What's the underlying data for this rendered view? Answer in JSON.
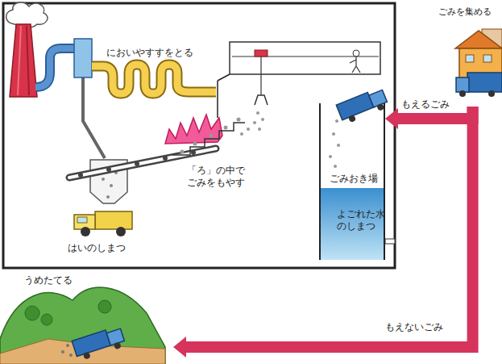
{
  "diagram": {
    "nodes": [
      {
        "text": [
          "ごみを集める"
        ]
      },
      {
        "text": [
          "ごみおき場"
        ]
      },
      {
        "text": [
          "うめたてる"
        ]
      }
    ],
    "edges": [
      {
        "from": 0,
        "to": 1,
        "arrow": "to",
        "label": "もえるごみ"
      },
      {
        "from": 0,
        "to": 2,
        "arrow": "to",
        "label": "もえないごみ"
      }
    ],
    "labels": [
      "においやすすをとる",
      "「ろ」の中で ごみをもやす",
      "よごれた水 のしまつ",
      "はいのしまつ"
    ]
  }
}
